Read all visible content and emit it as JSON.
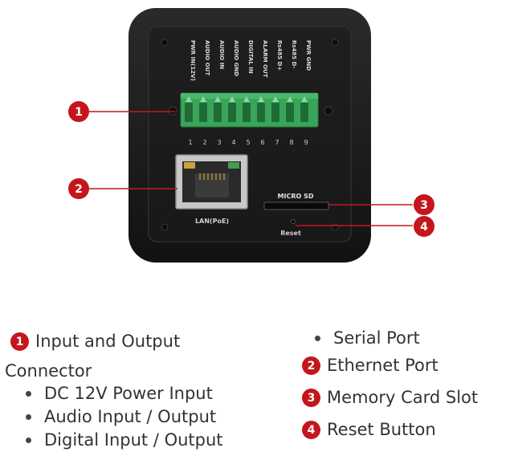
{
  "colors": {
    "badge": "#c4161c",
    "body": "#1b1b1b",
    "terminal": "#3aa55a"
  },
  "device": {
    "pin_labels": [
      "PWR IN(12V)",
      "AUDIO OUT",
      "AUDIO IN",
      "AUDIO GND",
      "DIGITAL IN",
      "ALARM OUT",
      "Rs485 D+",
      "Rs485 D-",
      "PWR GND"
    ],
    "pin_numbers": [
      "1",
      "2",
      "3",
      "4",
      "5",
      "6",
      "7",
      "8",
      "9"
    ],
    "lan_label": "LAN(PoE)",
    "micro_sd_label": "MICRO SD",
    "reset_label": "Reset"
  },
  "callouts": [
    "1",
    "2",
    "3",
    "4"
  ],
  "legend": {
    "item1_badge": "1",
    "item1_line1": "Input and Output",
    "item1_line2": "Connector",
    "item1_bullets": [
      "DC 12V Power Input",
      "Audio Input / Output",
      "Digital Input / Output"
    ],
    "item1_bullet_right": "Serial Port",
    "item2_badge": "2",
    "item2_label": "Ethernet Port",
    "item3_badge": "3",
    "item3_label": "Memory Card Slot",
    "item4_badge": "4",
    "item4_label": "Reset Button"
  }
}
